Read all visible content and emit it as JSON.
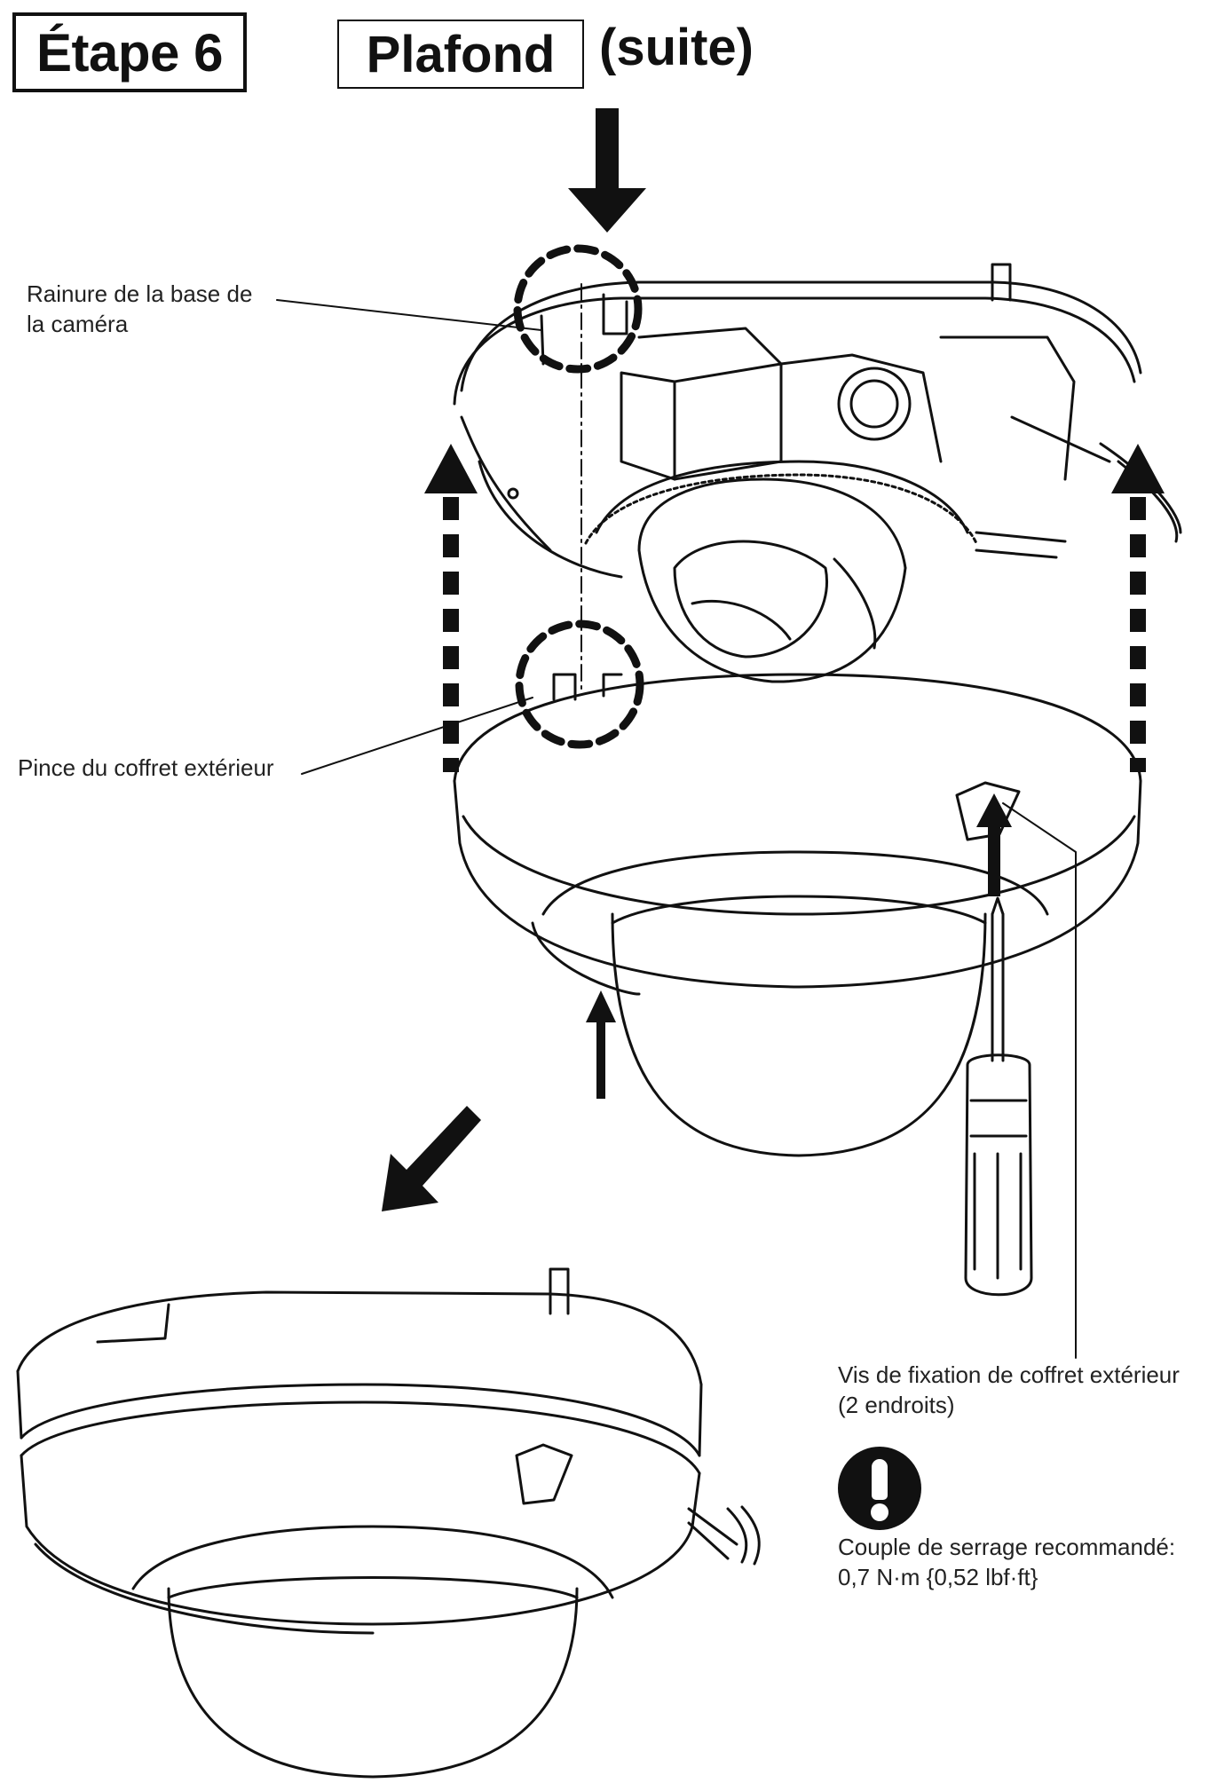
{
  "header": {
    "step": "Étape 6",
    "location": "Plafond",
    "continued": "(suite)"
  },
  "callouts": {
    "groove_line1": "Rainure de la base de",
    "groove_line2": "la caméra",
    "clip": "Pince du coffret extérieur",
    "screw_line1": "Vis de fixation de coffret extérieur",
    "screw_line2": "(2 endroits)",
    "torque_line1": "Couple de serrage recommandé:",
    "torque_line2": "0,7 N·m {0,52 lbf·ft}"
  },
  "icons": {
    "warning": "exclamation-circle-icon"
  }
}
